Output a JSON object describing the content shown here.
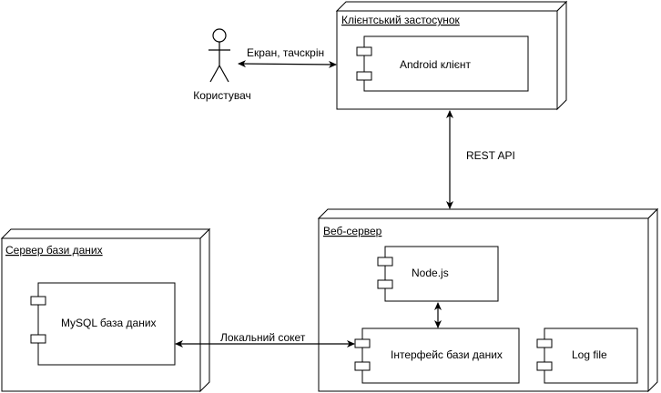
{
  "actor": {
    "label": "Користувач"
  },
  "nodes": {
    "client": {
      "title": "Клієнтський застосунок",
      "components": [
        "Android клієнт"
      ]
    },
    "web": {
      "title": "Веб-сервер",
      "components": [
        "Node.js",
        "Інтерфейс бази даних",
        "Log file"
      ]
    },
    "db": {
      "title": "Сервер бази даних",
      "components": [
        "MySQL база даних"
      ]
    }
  },
  "connections": {
    "actor_client": "Екран, тачскрін",
    "client_web": "REST API",
    "web_db": "Локальний сокет"
  }
}
